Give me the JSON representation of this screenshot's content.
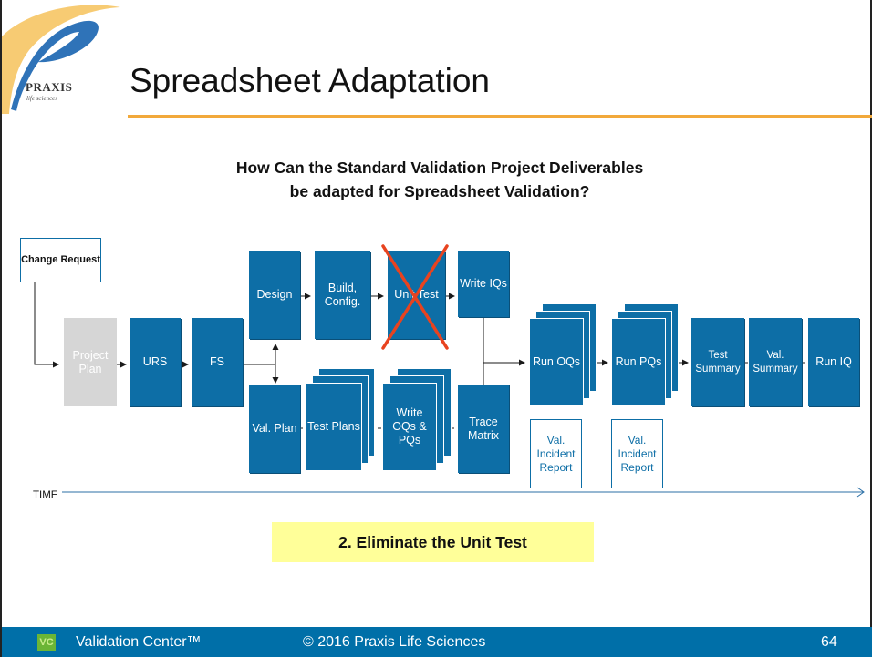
{
  "logo": {
    "name": "PRAXIS",
    "tagline": "life sciences"
  },
  "title": "Spreadsheet Adaptation",
  "subtitle_line1": "How Can the Standard Validation Project Deliverables",
  "subtitle_line2": "be adapted for Spreadsheet Validation?",
  "boxes": {
    "change_request": "Change Request",
    "project_plan": "Project Plan",
    "urs": "URS",
    "fs": "FS",
    "design": "Design",
    "build_config": "Build, Config.",
    "unit_test": "Unit Test",
    "write_iqs": "Write IQs",
    "val_plan": "Val. Plan",
    "test_plans": "Test Plans",
    "write_oqs_pqs": "Write OQs & PQs",
    "trace_matrix": "Trace Matrix",
    "run_oqs": "Run OQs",
    "run_pqs": "Run PQs",
    "test_summary": "Test Summary",
    "val_summary": "Val. Summary",
    "run_iq": "Run IQ",
    "incident_report_1": "Val. Incident Report",
    "incident_report_2": "Val. Incident Report"
  },
  "time_label": "TIME",
  "callout": "2. Eliminate the Unit Test",
  "footer": {
    "badge": "VC",
    "product": "Validation Center™",
    "copyright": "© 2016 Praxis Life Sciences",
    "page_number": "64"
  },
  "colors": {
    "box_blue": "#0d6ea6",
    "accent_orange": "#f2a93b",
    "cross_red": "#e8431f",
    "footer_blue": "#006fa8",
    "callout_yellow": "#ffff99"
  }
}
